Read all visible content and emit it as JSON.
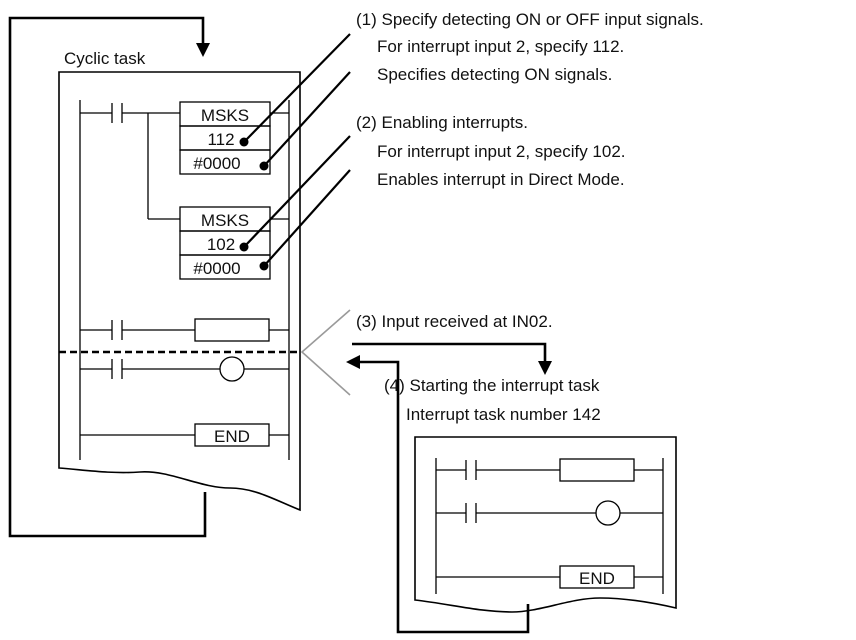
{
  "cyclic_task": {
    "label": "Cyclic task",
    "msks1": {
      "name": "MSKS",
      "n": "112",
      "s": "#0000"
    },
    "msks2": {
      "name": "MSKS",
      "n": "102",
      "s": "#0000"
    },
    "end_label": "END"
  },
  "interrupt_task": {
    "end_label": "END"
  },
  "annotations": {
    "step1": [
      "(1) Specify detecting ON or OFF input signals.",
      "For interrupt input 2, specify 112.",
      "Specifies detecting ON signals."
    ],
    "step2": [
      "(2) Enabling interrupts.",
      "For interrupt input 2, specify 102.",
      "Enables interrupt in Direct Mode."
    ],
    "step3": "(3) Input received at IN02.",
    "step4": [
      "(4) Starting the interrupt task",
      "Interrupt task number 142"
    ]
  }
}
